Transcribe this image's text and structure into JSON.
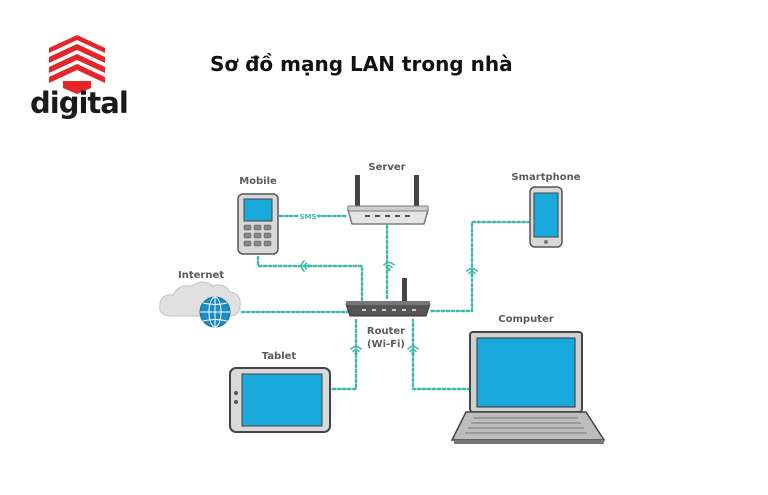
{
  "brand": {
    "name": "digital",
    "accent_color": "#e52629"
  },
  "title": "Sơ đồ mạng LAN trong nhà",
  "diagram": {
    "link_color": "#3fb9a8",
    "screen_color": "#1aa9dc",
    "devices": {
      "server": "Server",
      "mobile": "Mobile",
      "sms": "SMS",
      "smartphone": "Smartphone",
      "internet": "Internet",
      "router_line1": "Router",
      "router_line2": "(Wi-Fi)",
      "tablet": "Tablet",
      "computer": "Computer"
    },
    "icons": [
      "red-house-logo-icon",
      "router-icon",
      "mobile-phone-icon",
      "smartphone-icon",
      "cloud-icon",
      "globe-icon",
      "tablet-icon",
      "laptop-icon",
      "wifi-signal-icon"
    ]
  }
}
